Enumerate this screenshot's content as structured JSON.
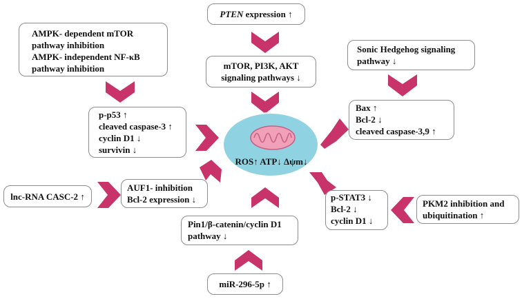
{
  "mitochondrion": {
    "label": "ROS↑ ATP↓ Δψm↓",
    "fill_color": "#8fd3e3",
    "organelle_color": "#f0a0b8",
    "organelle_stroke": "#c85f86"
  },
  "arrow_color": "#c8336a",
  "boxes": {
    "pten": {
      "italic": "PTEN",
      "rest": " expression ↑"
    },
    "mtor": {
      "lines": [
        "mTOR, PI3K, AKT",
        "signaling pathways ↓"
      ]
    },
    "ampk": {
      "lines": [
        "AMPK- dependent mTOR",
        "pathway inhibition",
        "AMPK- independent NF-κB",
        "pathway inhibition"
      ]
    },
    "p53": {
      "lines": [
        "p-p53 ↑",
        "cleaved caspase-3 ↑",
        "cyclin D1 ↓",
        "survivin ↓"
      ]
    },
    "hedgehog": {
      "lines": [
        "Sonic Hedgehog signaling",
        "pathway ↓"
      ]
    },
    "bax": {
      "lines": [
        "Bax ↑",
        "Bcl-2 ↓",
        "cleaved caspase-3,9 ↑"
      ]
    },
    "lnc": {
      "lines": [
        "lnc-RNA CASC-2 ↑"
      ]
    },
    "auf1": {
      "lines": [
        "AUF1- inhibition",
        "Bcl-2 expression ↓"
      ]
    },
    "pin1": {
      "lines": [
        "Pin1/β-catenin/cyclin D1",
        "pathway ↓"
      ]
    },
    "mir": {
      "lines": [
        "miR-296-5p ↑"
      ]
    },
    "stat3": {
      "lines": [
        "p-STAT3 ↓",
        "Bcl-2 ↓",
        "cyclin D1 ↓"
      ]
    },
    "pkm2": {
      "lines": [
        "PKM2 inhibition and",
        "ubiquitination ↑"
      ]
    }
  }
}
